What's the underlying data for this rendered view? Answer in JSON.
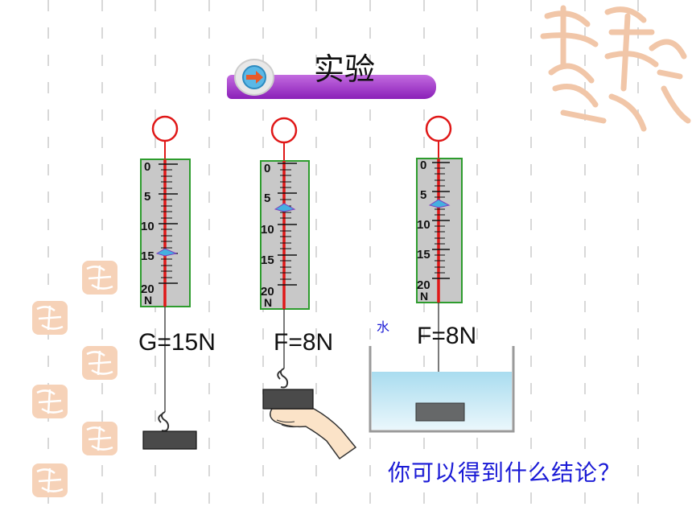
{
  "title": "实验",
  "scales": [
    {
      "ticks": [
        "0",
        "5",
        "10",
        "15",
        "20"
      ],
      "unit": "N",
      "reading": 15
    },
    {
      "ticks": [
        "0",
        "5",
        "10",
        "15",
        "20"
      ],
      "unit": "N",
      "reading": 8
    },
    {
      "ticks": [
        "0",
        "5",
        "10",
        "15",
        "20"
      ],
      "unit": "N",
      "reading": 8
    }
  ],
  "labels": {
    "g": "G=15N",
    "f_hand": "F=8N",
    "f_water": "F=8N",
    "water": "水"
  },
  "question": "你可以得到什么结论？",
  "colors": {
    "title_bar": "#9b30c8",
    "scale_border": "#2e9c2e",
    "scale_body": "#c8c8c8",
    "spring_line": "#e01818",
    "question": "#1a1ad6",
    "water": "#bfe6f5",
    "watermark": "#e7a67a"
  },
  "icons": [
    "arrow-circle-icon",
    "hand-icon"
  ]
}
